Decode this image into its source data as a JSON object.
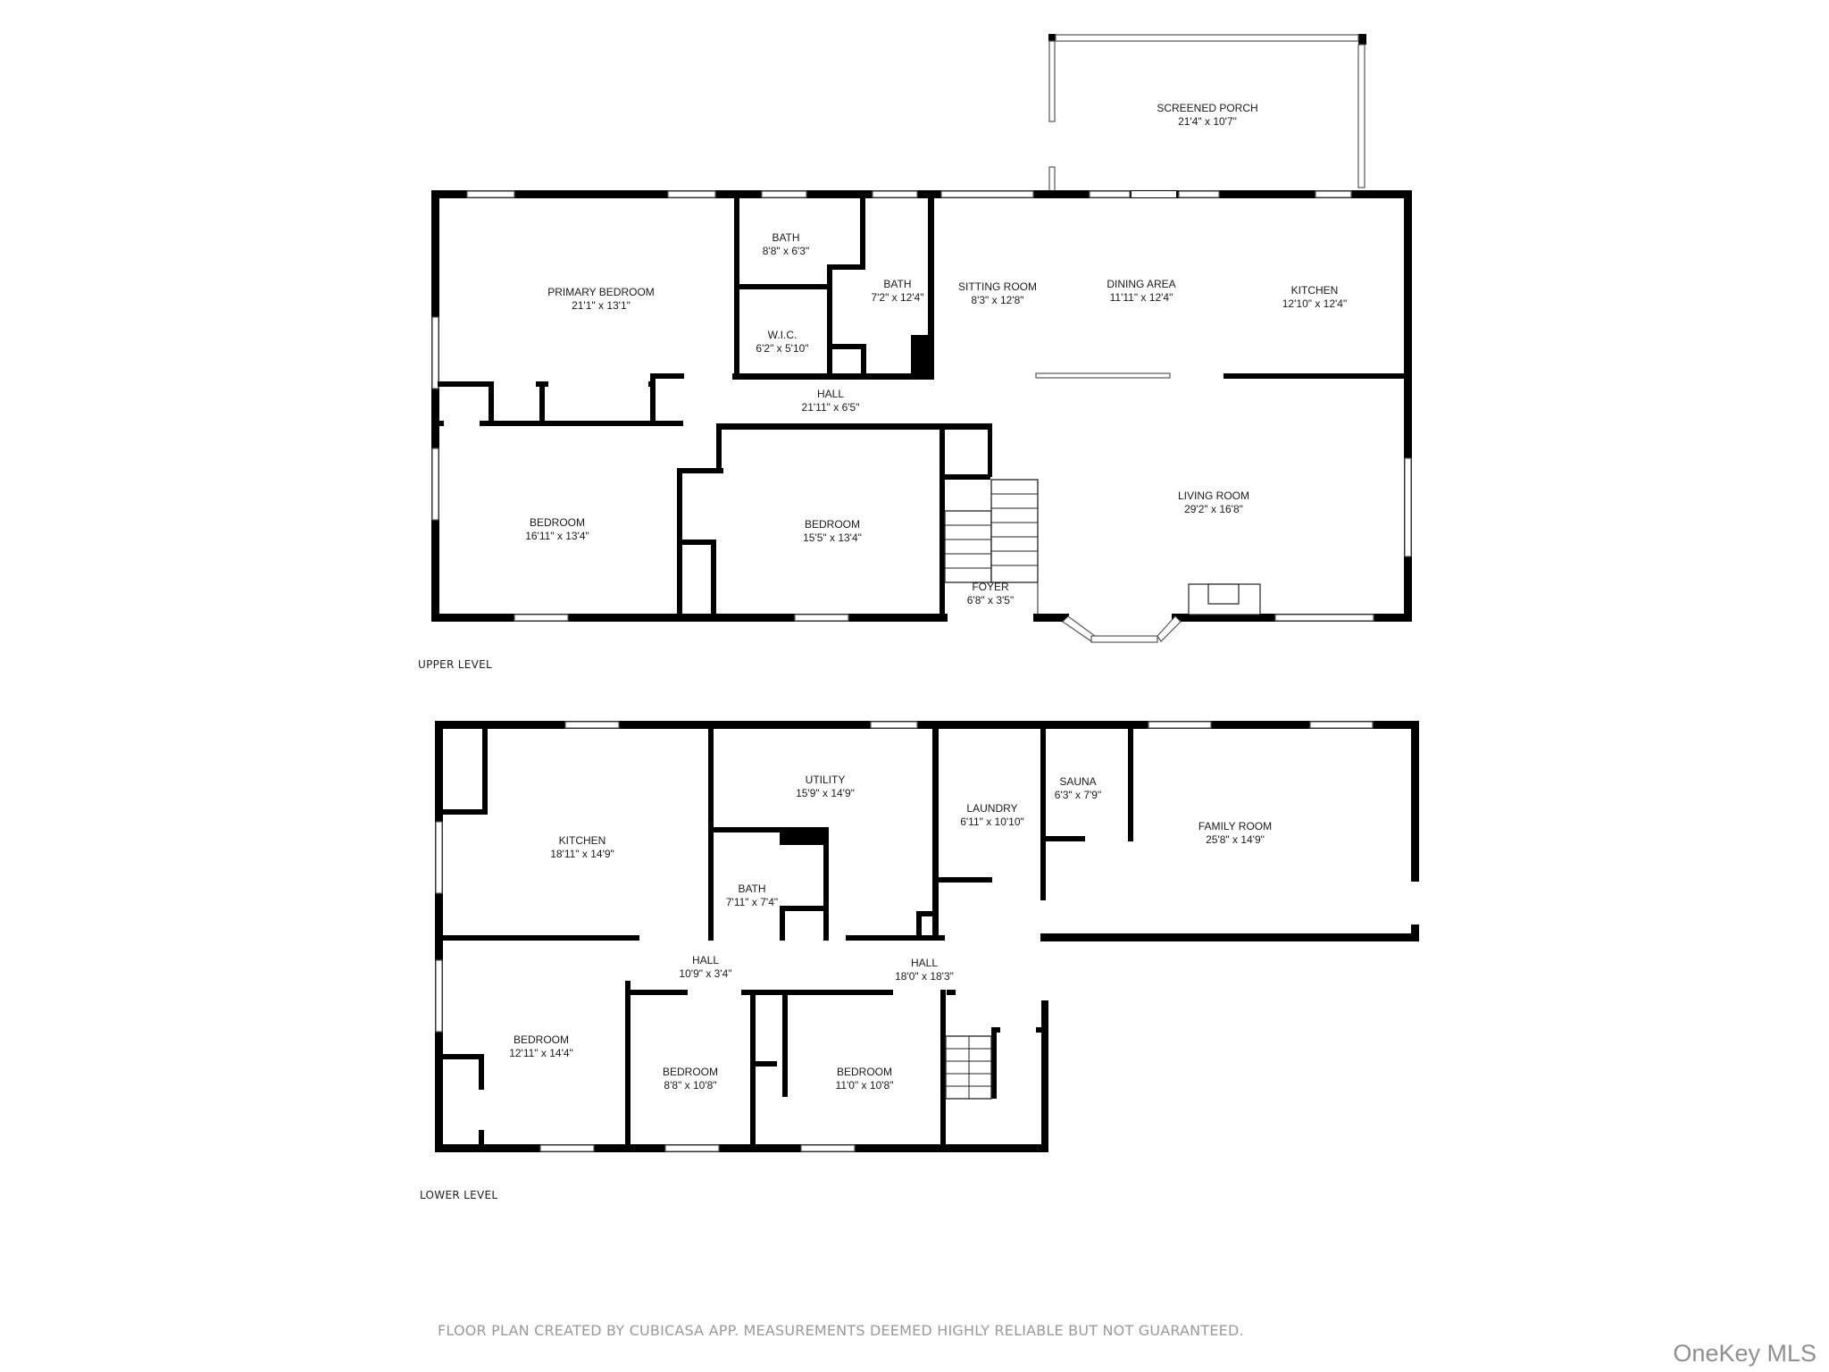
{
  "upper_level": {
    "label": "UPPER LEVEL",
    "rooms": [
      {
        "name": "SCREENED PORCH",
        "dims": "21'4\" x 10'7\""
      },
      {
        "name": "PRIMARY BEDROOM",
        "dims": "21'1\" x 13'1\""
      },
      {
        "name": "BATH",
        "dims": "8'8\" x 6'3\""
      },
      {
        "name": "W.I.C.",
        "dims": "6'2\" x 5'10\""
      },
      {
        "name": "BATH",
        "dims": "7'2\" x 12'4\""
      },
      {
        "name": "SITTING ROOM",
        "dims": "8'3\" x 12'8\""
      },
      {
        "name": "DINING AREA",
        "dims": "11'11\" x 12'4\""
      },
      {
        "name": "KITCHEN",
        "dims": "12'10\" x 12'4\""
      },
      {
        "name": "HALL",
        "dims": "21'11\" x 6'5\""
      },
      {
        "name": "BEDROOM",
        "dims": "16'11\" x 13'4\""
      },
      {
        "name": "BEDROOM",
        "dims": "15'5\" x 13'4\""
      },
      {
        "name": "FOYER",
        "dims": "6'8\" x 3'5\""
      },
      {
        "name": "LIVING ROOM",
        "dims": "29'2\" x 16'8\""
      }
    ]
  },
  "lower_level": {
    "label": "LOWER LEVEL",
    "rooms": [
      {
        "name": "KITCHEN",
        "dims": "18'11\" x 14'9\""
      },
      {
        "name": "UTILITY",
        "dims": "15'9\" x 14'9\""
      },
      {
        "name": "BATH",
        "dims": "7'11\" x 7'4\""
      },
      {
        "name": "LAUNDRY",
        "dims": "6'11\" x 10'10\""
      },
      {
        "name": "SAUNA",
        "dims": "6'3\" x 7'9\""
      },
      {
        "name": "FAMILY ROOM",
        "dims": "25'8\" x 14'9\""
      },
      {
        "name": "HALL",
        "dims": "10'9\" x 3'4\""
      },
      {
        "name": "HALL",
        "dims": "18'0\" x 18'3\""
      },
      {
        "name": "BEDROOM",
        "dims": "12'11\" x 14'4\""
      },
      {
        "name": "BEDROOM",
        "dims": "8'8\" x 10'8\""
      },
      {
        "name": "BEDROOM",
        "dims": "11'0\" x 10'8\""
      }
    ]
  },
  "footer": {
    "disclaimer": "FLOOR PLAN CREATED BY CUBICASA APP. MEASUREMENTS DEEMED HIGHLY RELIABLE BUT NOT GUARANTEED.",
    "brand": "OneKey MLS"
  }
}
